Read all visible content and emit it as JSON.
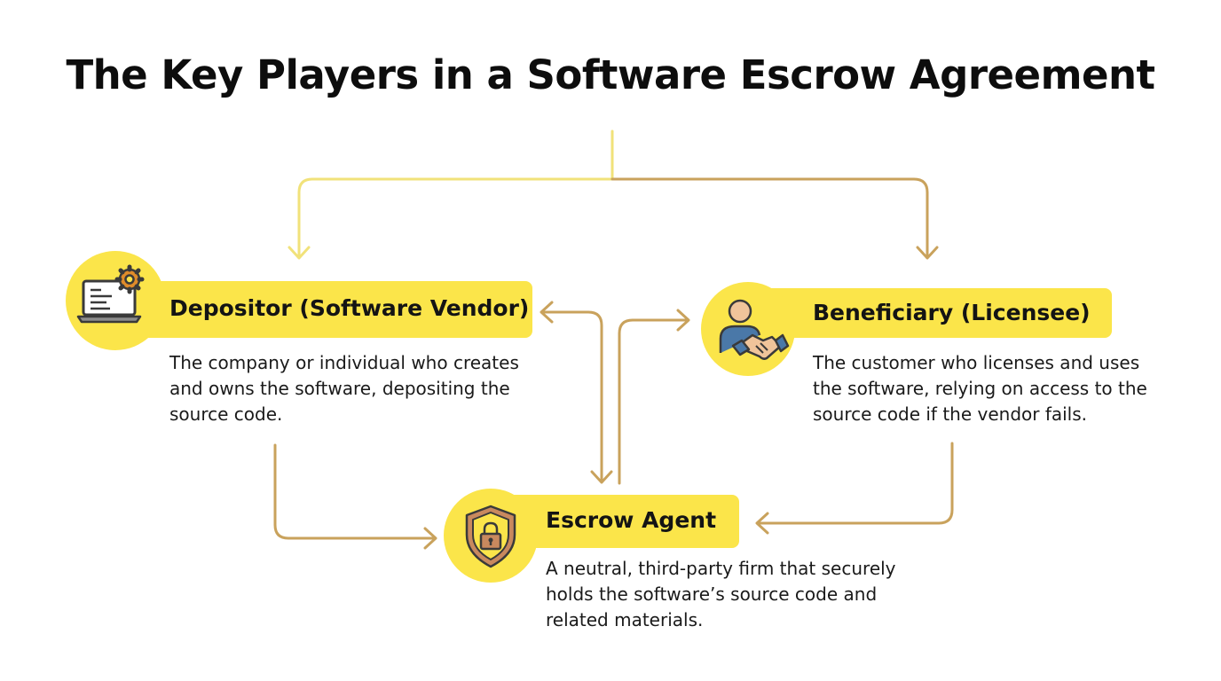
{
  "title": "The Key Players in a Software Escrow Agreement",
  "colors": {
    "highlight": "#fbe54a",
    "connector_gold": "#c9a25c",
    "connector_yellow": "#f1e27a"
  },
  "players": {
    "depositor": {
      "icon": "laptop-gear-icon",
      "heading": "Depositor (Software Vendor)",
      "description": "The company or individual who creates and owns the software, depositing the source code."
    },
    "beneficiary": {
      "icon": "person-handshake-icon",
      "heading": "Beneficiary (Licensee)",
      "description": "The customer who licenses and uses the software, relying on access to the source code if the vendor fails."
    },
    "escrow_agent": {
      "icon": "shield-lock-icon",
      "heading": "Escrow Agent",
      "description": "A neutral, third-party firm that securely holds the software’s source code and related materials."
    }
  }
}
